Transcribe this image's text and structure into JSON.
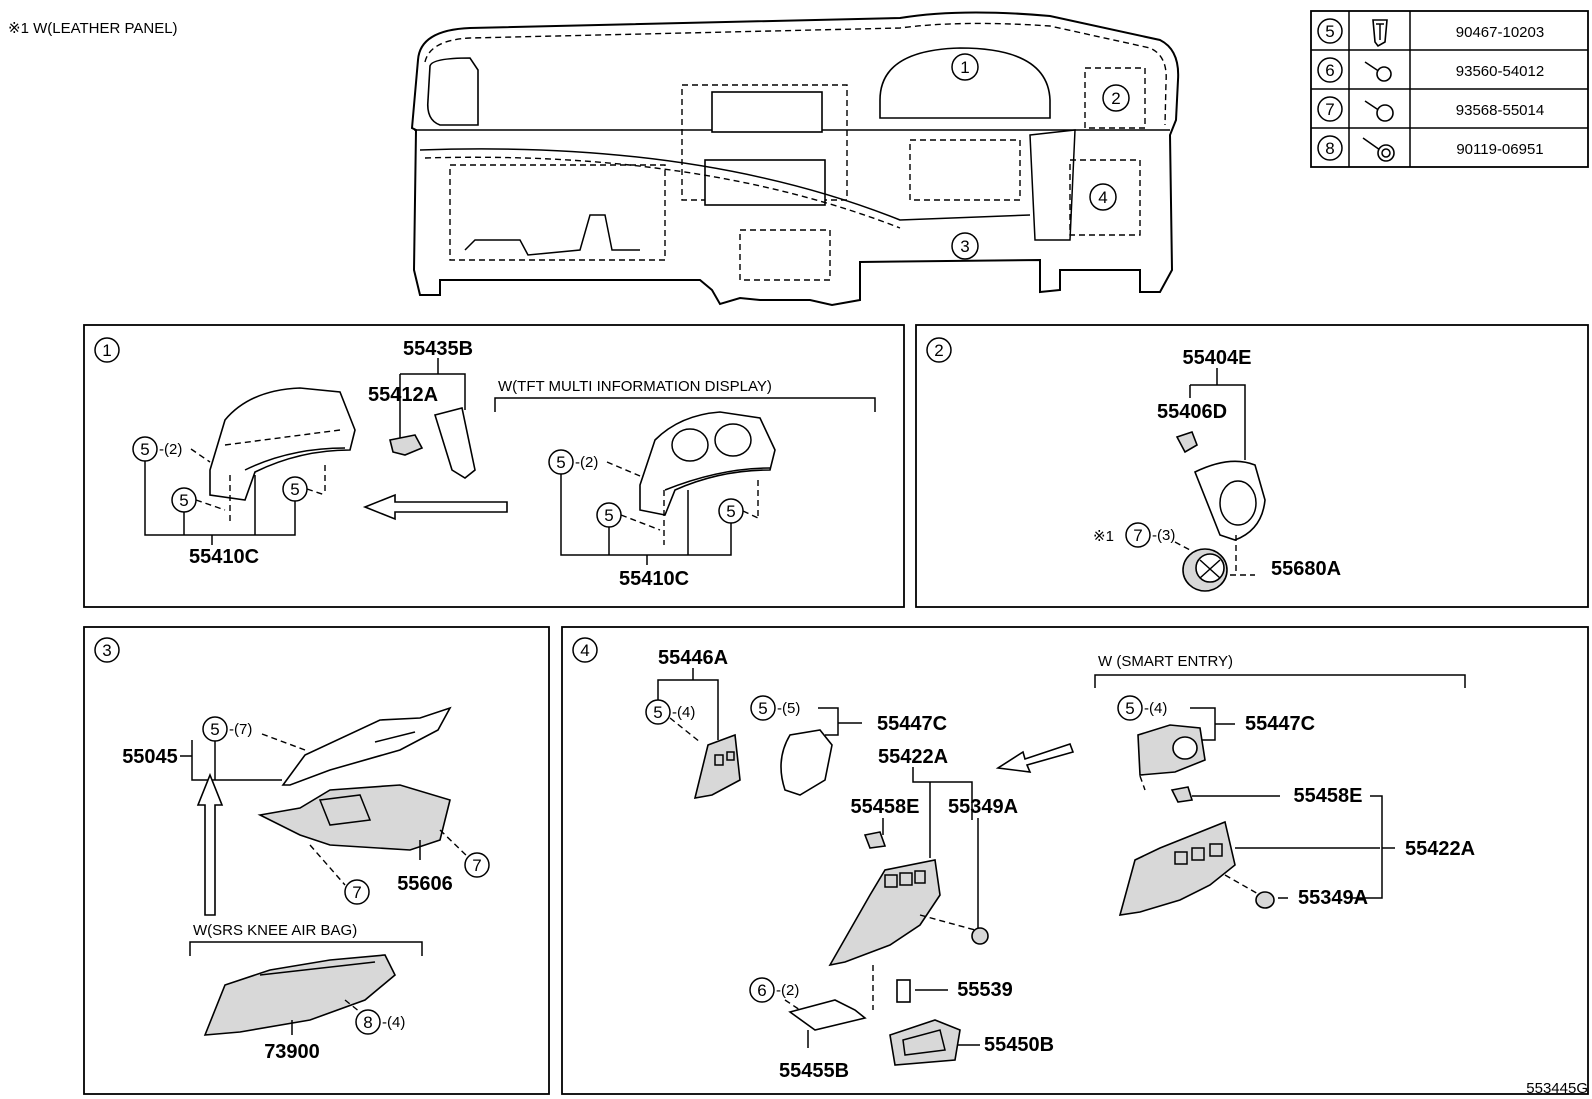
{
  "header_note": "※1 W(LEATHER PANEL)",
  "diagram_id": "553445G",
  "overview_callouts": [
    "1",
    "2",
    "3",
    "4"
  ],
  "fastener_table": [
    {
      "ref": "5",
      "icon": "clip-icon",
      "part": "90467-10203"
    },
    {
      "ref": "6",
      "icon": "screw-icon",
      "part": "93560-54012"
    },
    {
      "ref": "7",
      "icon": "screw-icon",
      "part": "93568-55014"
    },
    {
      "ref": "8",
      "icon": "bolt-icon",
      "part": "90119-06951"
    }
  ],
  "panel1": {
    "id": "1",
    "top_label": "55435B",
    "sub_label": "55412A",
    "variant": "W(TFT MULTI INFORMATION DISPLAY)",
    "left_fastener": {
      "ref": "5",
      "qty": "-(2)"
    },
    "left_c1": "5",
    "left_c2": "5",
    "left_part": "55410C",
    "right_fastener": {
      "ref": "5",
      "qty": "-(2)"
    },
    "right_c1": "5",
    "right_c2": "5",
    "right_part": "55410C"
  },
  "panel2": {
    "id": "2",
    "top_label": "55404E",
    "sub_label": "55406D",
    "note_ref": "※1",
    "fastener": {
      "ref": "7",
      "qty": "-(3)"
    },
    "part": "55680A"
  },
  "panel3": {
    "id": "3",
    "part_top": "55045",
    "fastener_top": {
      "ref": "5",
      "qty": "-(7)"
    },
    "part_mid": "55606",
    "c7a": "7",
    "c7b": "7",
    "variant": "W(SRS KNEE AIR BAG)",
    "fastener_bottom": {
      "ref": "8",
      "qty": "-(4)"
    },
    "part_bottom": "73900"
  },
  "panel4": {
    "id": "4",
    "p_55446A": "55446A",
    "f_55446A": {
      "ref": "5",
      "qty": "-(4)"
    },
    "p_55447C": "55447C",
    "f_55447C": {
      "ref": "5",
      "qty": "-(5)"
    },
    "p_55422A": "55422A",
    "p_55458E": "55458E",
    "p_55349A": "55349A",
    "f_screw": {
      "ref": "6",
      "qty": "-(2)"
    },
    "p_55539": "55539",
    "p_55450B": "55450B",
    "p_55455B": "55455B",
    "variant": "W (SMART ENTRY)",
    "r_f": {
      "ref": "5",
      "qty": "-(4)"
    },
    "r_55447C": "55447C",
    "r_55458E": "55458E",
    "r_55422A": "55422A",
    "r_55349A": "55349A"
  }
}
